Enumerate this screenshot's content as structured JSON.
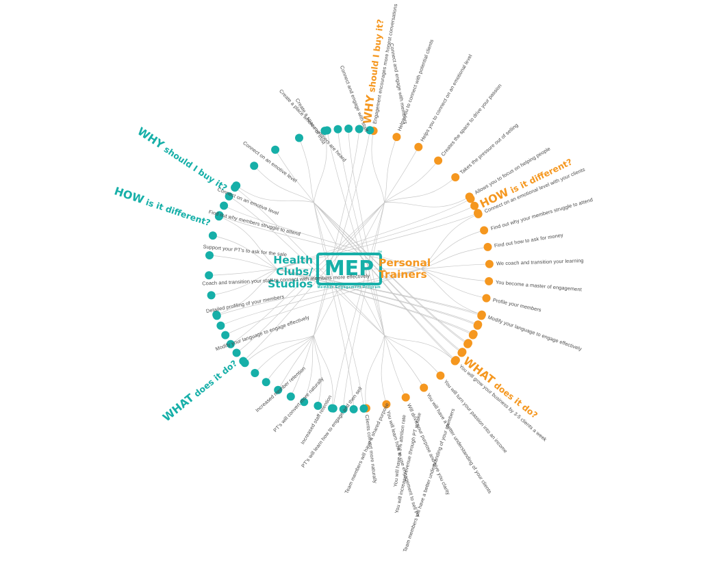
{
  "center": {
    "logo_text": "MEP",
    "logo_tm": "™",
    "logo_tagline": "Member Engagement Program",
    "left_audience": "Health\nClubs/\nStudios",
    "left_audience_lines": [
      "Health",
      "Clubs/",
      "Studios"
    ],
    "right_audience_lines": [
      "Personal",
      "Trainers"
    ]
  },
  "colors": {
    "teal": "#16AFA8",
    "orange": "#F5971F",
    "label_gray": "#4a4a4a",
    "branch_gray": "#bfbfbf",
    "background": "#ffffff"
  },
  "branches": [
    {
      "id": "why-teal",
      "side": "left",
      "color_key": "teal",
      "heading_bold": "WHY",
      "heading_rest": " should I buy it?",
      "items": [
        "Connect on an emotive level",
        "Create a place where members are heard",
        "Create a space of trust",
        "Connect and engage with staff",
        "Connect and engage with members"
      ]
    },
    {
      "id": "why-orange",
      "side": "right",
      "color_key": "orange",
      "heading_bold": "WHY",
      "heading_rest": " should I buy it?",
      "items": [
        "Engagement encourages more honest conversations",
        "Helps you to connect with potential clients",
        "Helps you to connect on an emotional level",
        "Creates the space to drive your passion",
        "Takes the pressure out of selling",
        "Allows you to focus on helping people"
      ]
    },
    {
      "id": "how-teal",
      "side": "left",
      "color_key": "teal",
      "heading_bold": "HOW",
      "heading_rest": " is it different?",
      "items": [
        "Connect on an emotive level",
        "Find out why members struggle to attend",
        "Support your PT's to ask for the sale",
        "Coach and transition your staff to connect with members more effectively",
        "Detailed profiling of your members",
        "Modify your language to engage effectively"
      ]
    },
    {
      "id": "how-orange",
      "side": "right",
      "color_key": "orange",
      "heading_bold": "HOW",
      "heading_rest": " is it different?",
      "items": [
        "Connect on an emotional level with your clients",
        "Find out why your members struggle to attend",
        "Find out how to ask for money",
        "We coach and transition your learning",
        "You become a master of engagement",
        "Profile your members",
        "Modify your language to engage effectively"
      ]
    },
    {
      "id": "what-teal",
      "side": "left",
      "color_key": "teal",
      "heading_bold": "WHAT",
      "heading_rest": " does it do?",
      "items": [
        "Increased member retention",
        "PT's will convert more naturally",
        "PT's will learn how to engage and then sell",
        "Increased staff retention",
        "Team members will have a shared purpose",
        "Team members will have a better understanding of your members",
        "You will increase revenue through PT uptake",
        "You will have a 3% attrition rate"
      ]
    },
    {
      "id": "what-orange",
      "side": "right",
      "color_key": "orange",
      "heading_bold": "WHAT",
      "heading_rest": " does it do?",
      "items": [
        "Clients convert more naturally",
        "You will learn how to use engagement to sell PT",
        "Will drive your purpose and give you clarity",
        "You will have a better understanding of your clients",
        "You will turn your passion into an income",
        "You will grow your business by 3-5 clients a week"
      ]
    }
  ]
}
